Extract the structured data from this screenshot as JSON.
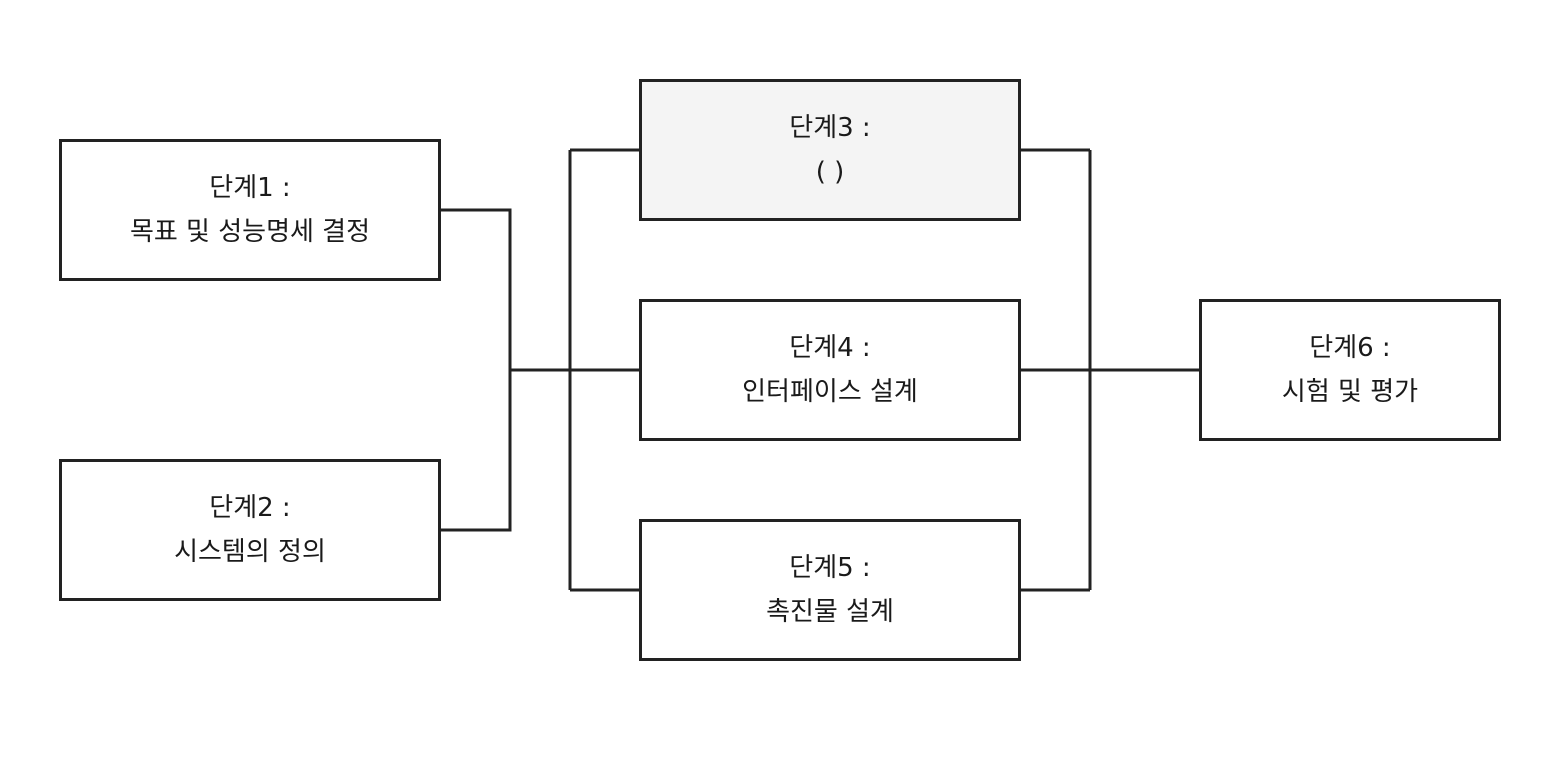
{
  "steps": [
    {
      "id": "step1",
      "label": "단계1 :",
      "description": "목표 및 성능명세 결정"
    },
    {
      "id": "step2",
      "label": "단계2 :",
      "description": "시스템의 정의"
    },
    {
      "id": "step3",
      "label": "단계3 :",
      "description": "( )",
      "highlight_color": "#f4f4f4"
    },
    {
      "id": "step4",
      "label": "단계4 :",
      "description": "인터페이스 설계"
    },
    {
      "id": "step5",
      "label": "단계5 :",
      "description": "촉진물 설계"
    },
    {
      "id": "step6",
      "label": "단계6 :",
      "description": "시험 및 평가"
    }
  ],
  "colors": {
    "border": "#222222",
    "highlight_fill": "#f4f4f4",
    "background": "#ffffff"
  }
}
